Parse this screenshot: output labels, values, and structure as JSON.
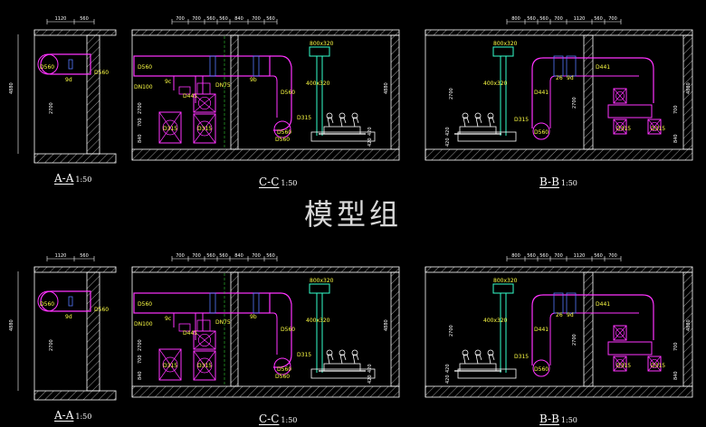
{
  "overlay_title": "模型组",
  "colors": {
    "background": "#000000",
    "wall": "#ffffff",
    "hatch": "#9a9a9a",
    "duct": "#ff33ff",
    "duct_edge": "#5577ff",
    "dimension": "#ffffff",
    "text": "#ffff44",
    "equipment": "#ffffff",
    "pipe": "#33ffcc",
    "dashed": "#33cc33"
  },
  "sheets": [
    {
      "sections": [
        {
          "name": "A-A",
          "scale": "1:50",
          "top_dims": [
            "1120",
            "560"
          ],
          "side_dims": [
            "4880",
            "2700"
          ],
          "labels": [
            "D560",
            "D560",
            "9d"
          ]
        },
        {
          "name": "C-C",
          "scale": "1:50",
          "top_dims": [
            "700",
            "700",
            "560",
            "560",
            "840",
            "700",
            "560"
          ],
          "side_dims": [
            "2700",
            "4880",
            "700",
            "840",
            "420",
            "420"
          ],
          "labels": [
            "D560",
            "D560",
            "DN100",
            "D441",
            "DN75",
            "9b",
            "9c",
            "D315",
            "D315",
            "D560",
            "800x320",
            "400x320",
            "D315",
            "D560"
          ]
        },
        {
          "name": "B-B",
          "scale": "1:50",
          "top_dims": [
            "800",
            "560",
            "560",
            "700",
            "1120",
            "560",
            "700"
          ],
          "side_dims": [
            "2700",
            "420",
            "420",
            "2700",
            "4880",
            "840",
            "700"
          ],
          "labels": [
            "800x320",
            "400x320",
            "D441",
            "D441",
            "26",
            "9d",
            "D315",
            "D560",
            "D315",
            "D315"
          ]
        }
      ]
    },
    {
      "sections": [
        {
          "name": "A-A",
          "scale": "1:50",
          "top_dims": [
            "1120",
            "560"
          ],
          "side_dims": [
            "4880",
            "2700"
          ],
          "labels": [
            "D560",
            "D560",
            "9d"
          ]
        },
        {
          "name": "C-C",
          "scale": "1:50",
          "top_dims": [
            "700",
            "700",
            "560",
            "560",
            "840",
            "700",
            "560"
          ],
          "side_dims": [
            "2700",
            "4880",
            "700",
            "840",
            "420",
            "420"
          ],
          "labels": [
            "D560",
            "D560",
            "DN100",
            "D441",
            "DN75",
            "9b",
            "9c",
            "D315",
            "D315",
            "D560",
            "800x320",
            "400x320",
            "D315",
            "D560"
          ]
        },
        {
          "name": "B-B",
          "scale": "1:50",
          "top_dims": [
            "800",
            "560",
            "560",
            "700",
            "1120",
            "560",
            "700"
          ],
          "side_dims": [
            "2700",
            "420",
            "420",
            "2700",
            "4880",
            "840",
            "700"
          ],
          "labels": [
            "800x320",
            "400x320",
            "D441",
            "D441",
            "26",
            "9d",
            "D315",
            "D560",
            "D315",
            "D315"
          ]
        }
      ]
    }
  ]
}
